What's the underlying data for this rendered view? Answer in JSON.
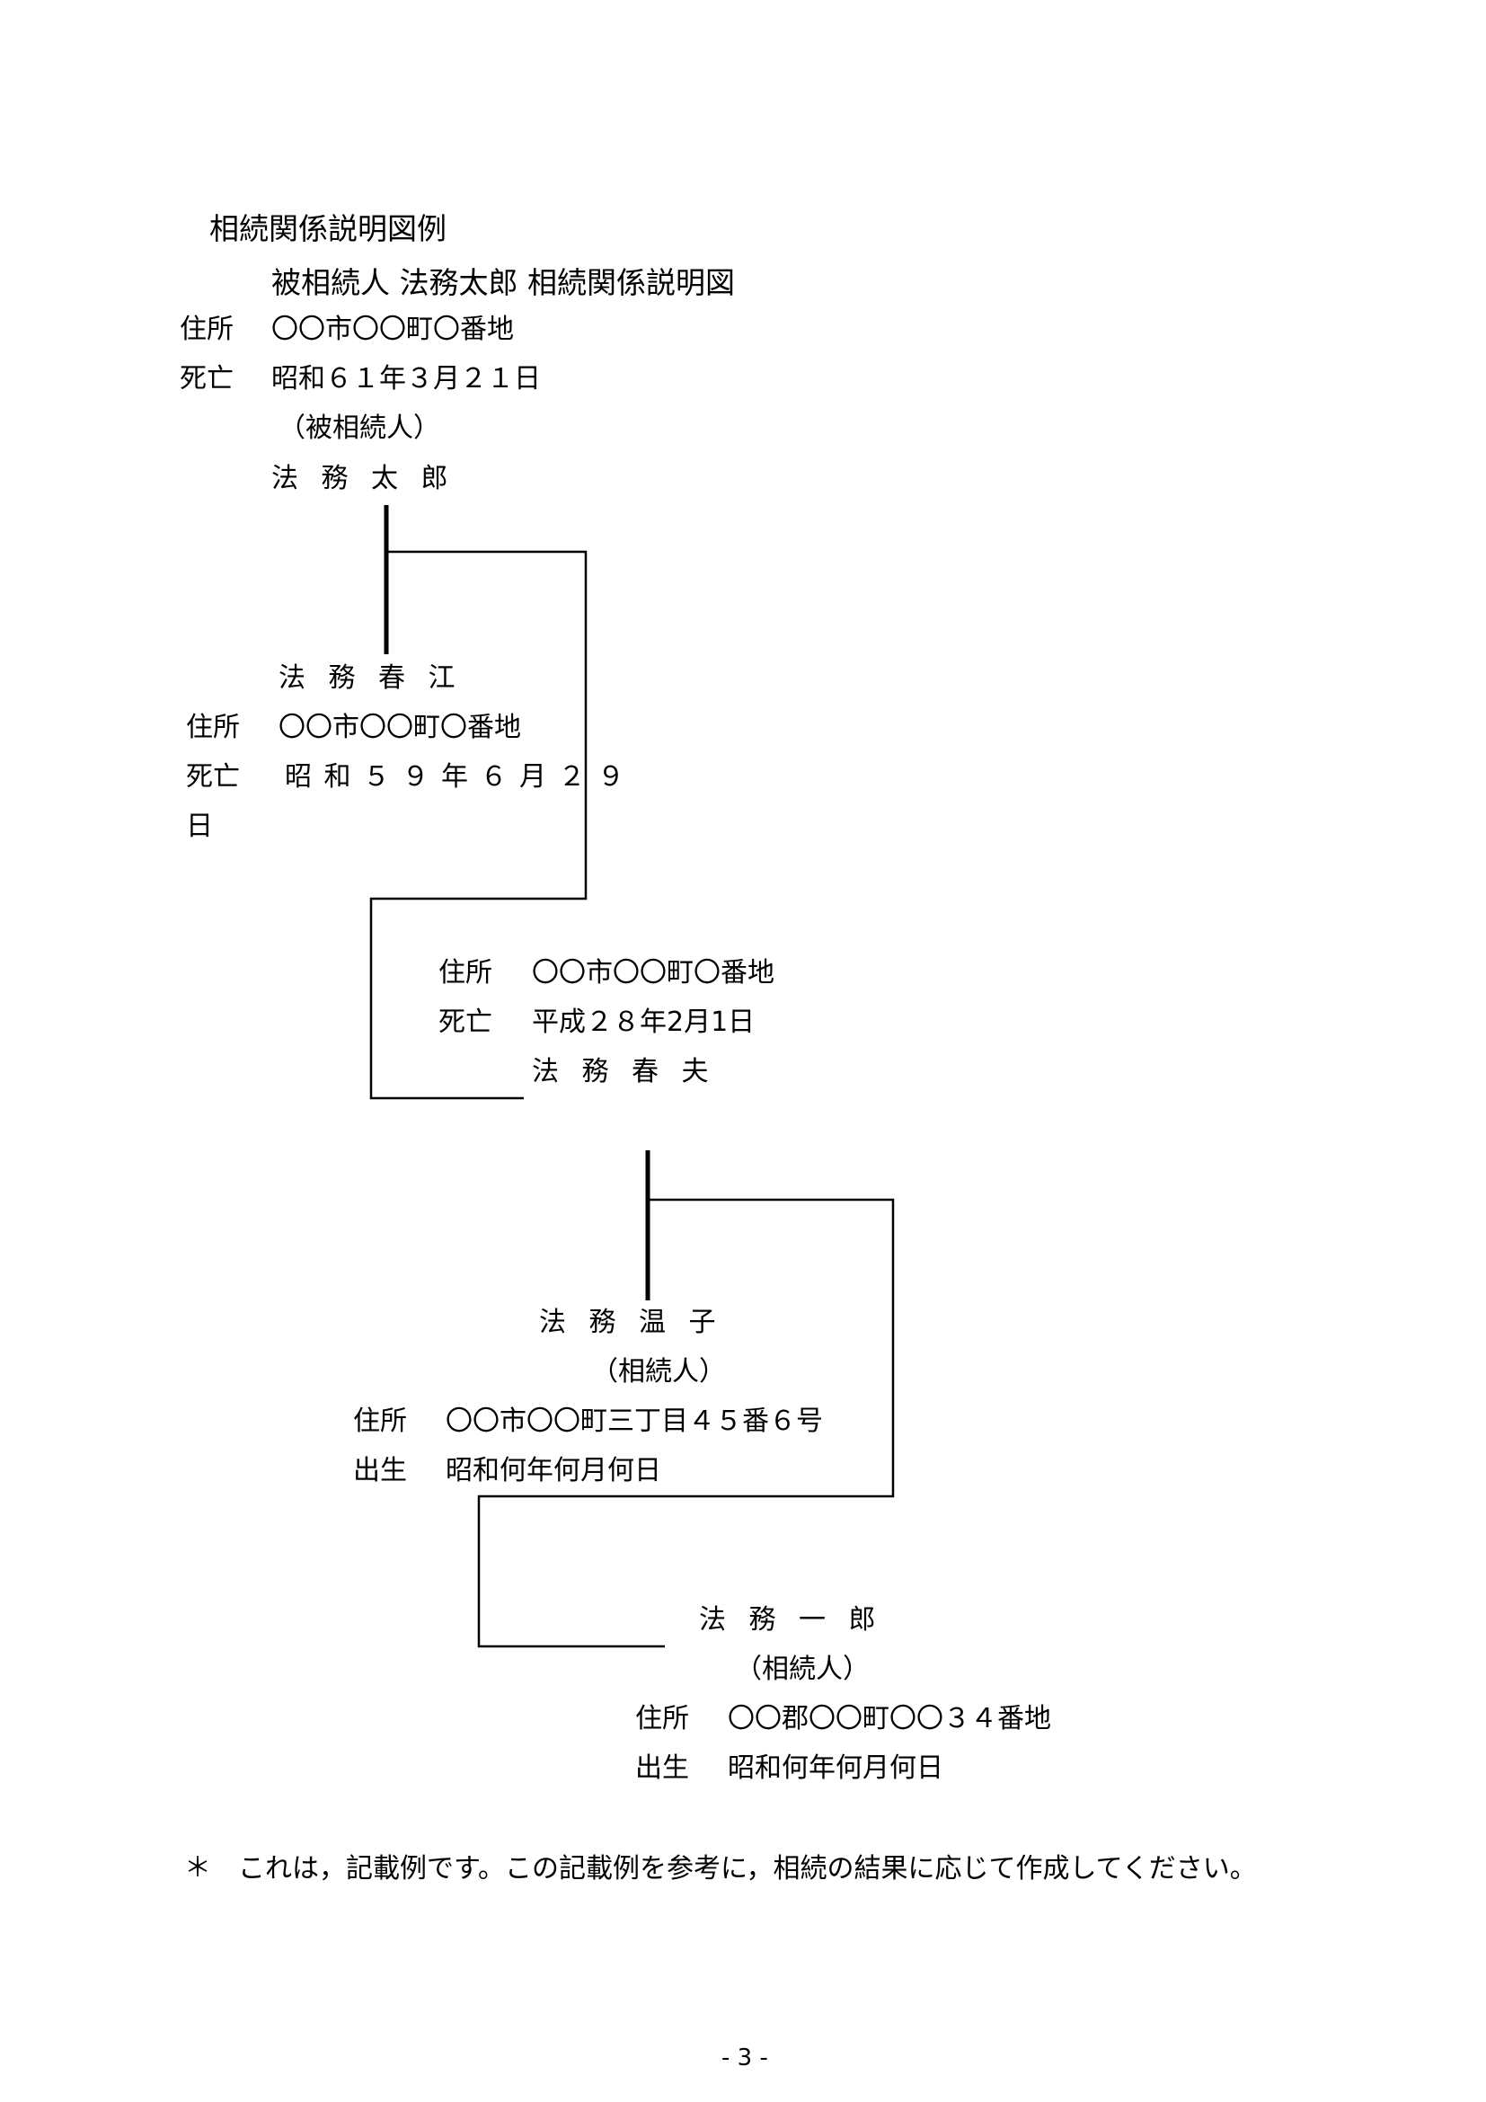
{
  "page_title": "相続関係説明図例",
  "diagram_title": "被相続人 法務太郎 相続関係説明図",
  "decedent": {
    "address_label": "住所",
    "address": "〇〇市〇〇町〇番地",
    "death_label": "死亡",
    "death_date": "昭和６１年３月２１日",
    "role": "（被相続人）",
    "name": "法務太郎"
  },
  "spouse": {
    "name": "法務春江",
    "address_label": "住所",
    "address": "〇〇市〇〇町〇番地",
    "death_label": "死亡",
    "death_date_line1": "昭和５９年６月２９",
    "death_date_line2": "日"
  },
  "child": {
    "address_label": "住所",
    "address": "〇〇市〇〇町〇番地",
    "death_label": "死亡",
    "death_date": "平成２８年2月1日",
    "name": "法務春夫"
  },
  "heir1": {
    "name": "法務温子",
    "role": "（相続人）",
    "address_label": "住所",
    "address": "〇〇市〇〇町三丁目４５番６号",
    "birth_label": "出生",
    "birth_date": "昭和何年何月何日"
  },
  "heir2": {
    "name": "法務一郎",
    "role": "（相続人）",
    "address_label": "住所",
    "address": "〇〇郡〇〇町〇〇３４番地",
    "birth_label": "出生",
    "birth_date": "昭和何年何月何日"
  },
  "footnote_mark": "＊",
  "footnote": "これは，記載例です。この記載例を参考に，相続の結果に応じて作成してください。",
  "page_number": "- 3 -"
}
